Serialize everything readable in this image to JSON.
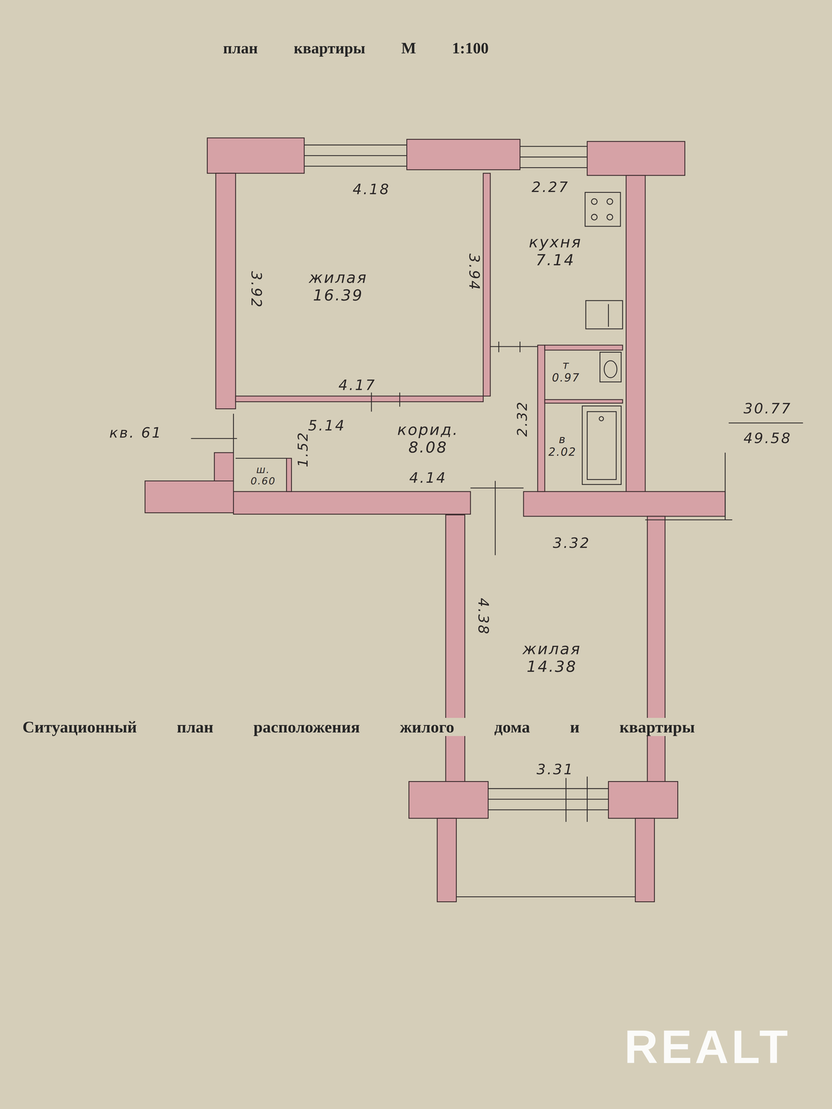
{
  "diagram": {
    "title": "план квартиры М 1:100",
    "nodes": [
      {
        "text": [
          "жилая",
          "16.39"
        ]
      },
      {
        "text": [
          "кухня",
          "7.14"
        ]
      },
      {
        "text": [
          "т",
          "0.97"
        ]
      },
      {
        "text": [
          "корид.",
          "8.08"
        ]
      },
      {
        "text": [
          "в",
          "2.02"
        ]
      },
      {
        "text": [
          "ш.",
          "0.60"
        ]
      },
      {
        "text": [
          "жилая",
          "14.38"
        ]
      }
    ],
    "labels": [
      "4.18",
      "2.27",
      "3.92",
      "3.94",
      "4.17",
      "5.14",
      "1.52",
      "2.32",
      "4.14",
      "3.32",
      "4.38",
      "3.31",
      "кв. 61",
      "30.77",
      "49.58",
      "Ситуационный план расположения жилого дома и квартиры",
      "REALT"
    ]
  }
}
